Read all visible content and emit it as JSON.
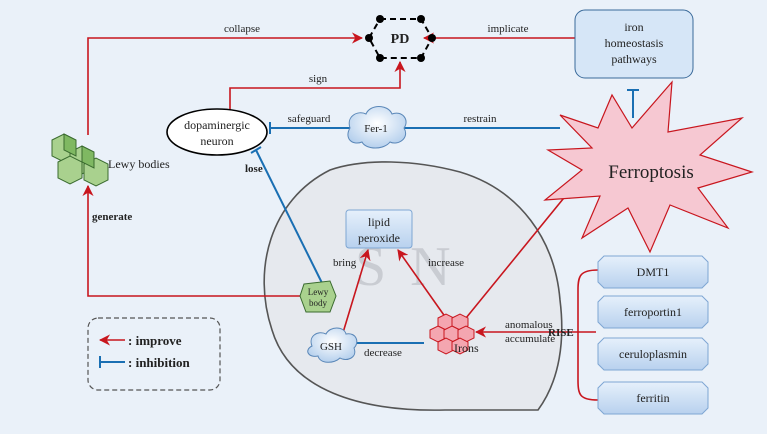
{
  "nodes": {
    "pd": "PD",
    "iron_pathways": [
      "iron",
      "homeostasis",
      "pathways"
    ],
    "ferroptosis": "Ferroptosis",
    "dopaminergic": [
      "dopaminergic",
      "neuron"
    ],
    "fer1": "Fer-1",
    "lewy_bodies": "Lewy bodies",
    "lewy_body_small": [
      "Lewy",
      "body"
    ],
    "lipid": [
      "lipid",
      "peroxide"
    ],
    "gsh": "GSH",
    "irons": "Irons",
    "sn_watermark": "SN",
    "dmt1": "DMT1",
    "ferroportin": "ferroportin1",
    "ceruloplasmin": "ceruloplasmin",
    "ferritin": "ferritin"
  },
  "edges": {
    "collapse": "collapse",
    "implicate": "implicate",
    "sign": "sign",
    "safeguard": "safeguard",
    "restrain": "restrain",
    "lose": "lose",
    "generate": "generate",
    "bring": "bring",
    "increase": "increase",
    "decrease": "decrease",
    "anomalous": "anomalous",
    "accumulate": "accumulate",
    "rise": "RISE"
  },
  "legend": {
    "improve": ": improve",
    "inhibition": ": inhibition"
  },
  "colors": {
    "improve": "#c8161e",
    "inhibition": "#1a6fb3",
    "node_fill": "#c9dcf3",
    "background": "#eaf1f9"
  }
}
